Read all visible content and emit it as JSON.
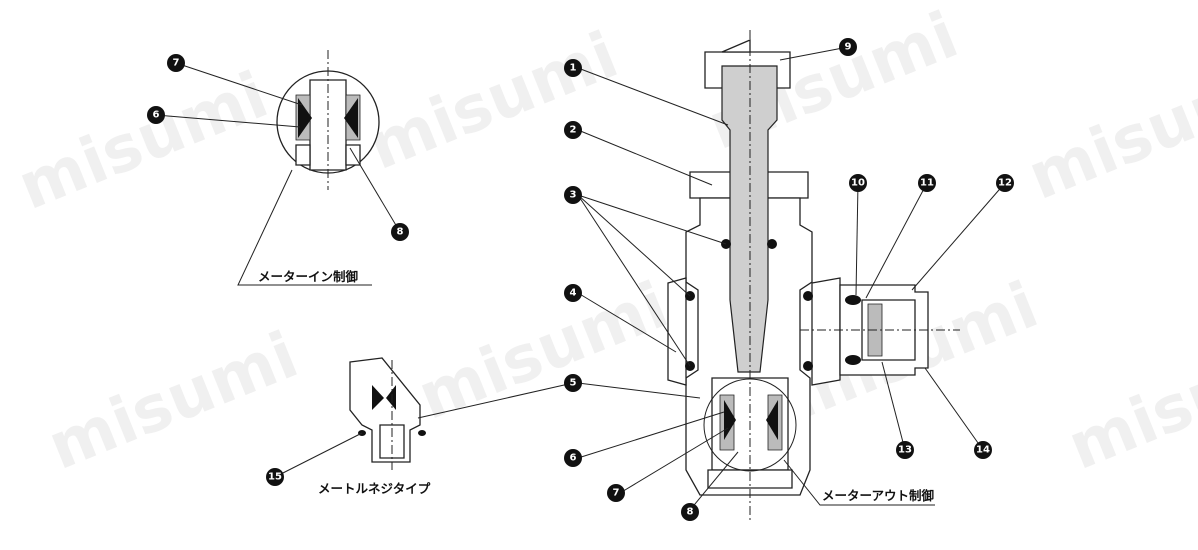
{
  "labels": {
    "meter_in": "メーターイン制御",
    "meter_out": "メーターアウト制御",
    "metal_screw": "メートルネジタイプ"
  },
  "callouts": [
    "1",
    "2",
    "3",
    "4",
    "5",
    "6",
    "7",
    "8",
    "9",
    "10",
    "11",
    "12",
    "13",
    "14",
    "15"
  ],
  "watermark": "misumi"
}
